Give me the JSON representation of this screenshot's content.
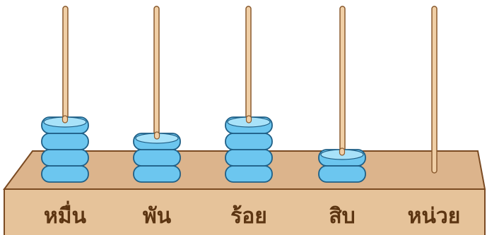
{
  "abacus": {
    "columns": [
      {
        "label": "หมื่น",
        "beads": 4
      },
      {
        "label": "พัน",
        "beads": 3
      },
      {
        "label": "ร้อย",
        "beads": 4
      },
      {
        "label": "สิบ",
        "beads": 2
      },
      {
        "label": "หน่วย",
        "beads": 0
      }
    ],
    "colors": {
      "board_top": "#dcb48c",
      "board_front": "#e6c39a",
      "board_stroke": "#7a4a22",
      "rod": "#f0cfa6",
      "rod_stroke": "#8a5a2e",
      "bead_fill": "#6cc6ef",
      "bead_top": "#a8e2f9",
      "bead_stroke": "#1f5f86",
      "label_text": "#5c3512"
    }
  }
}
